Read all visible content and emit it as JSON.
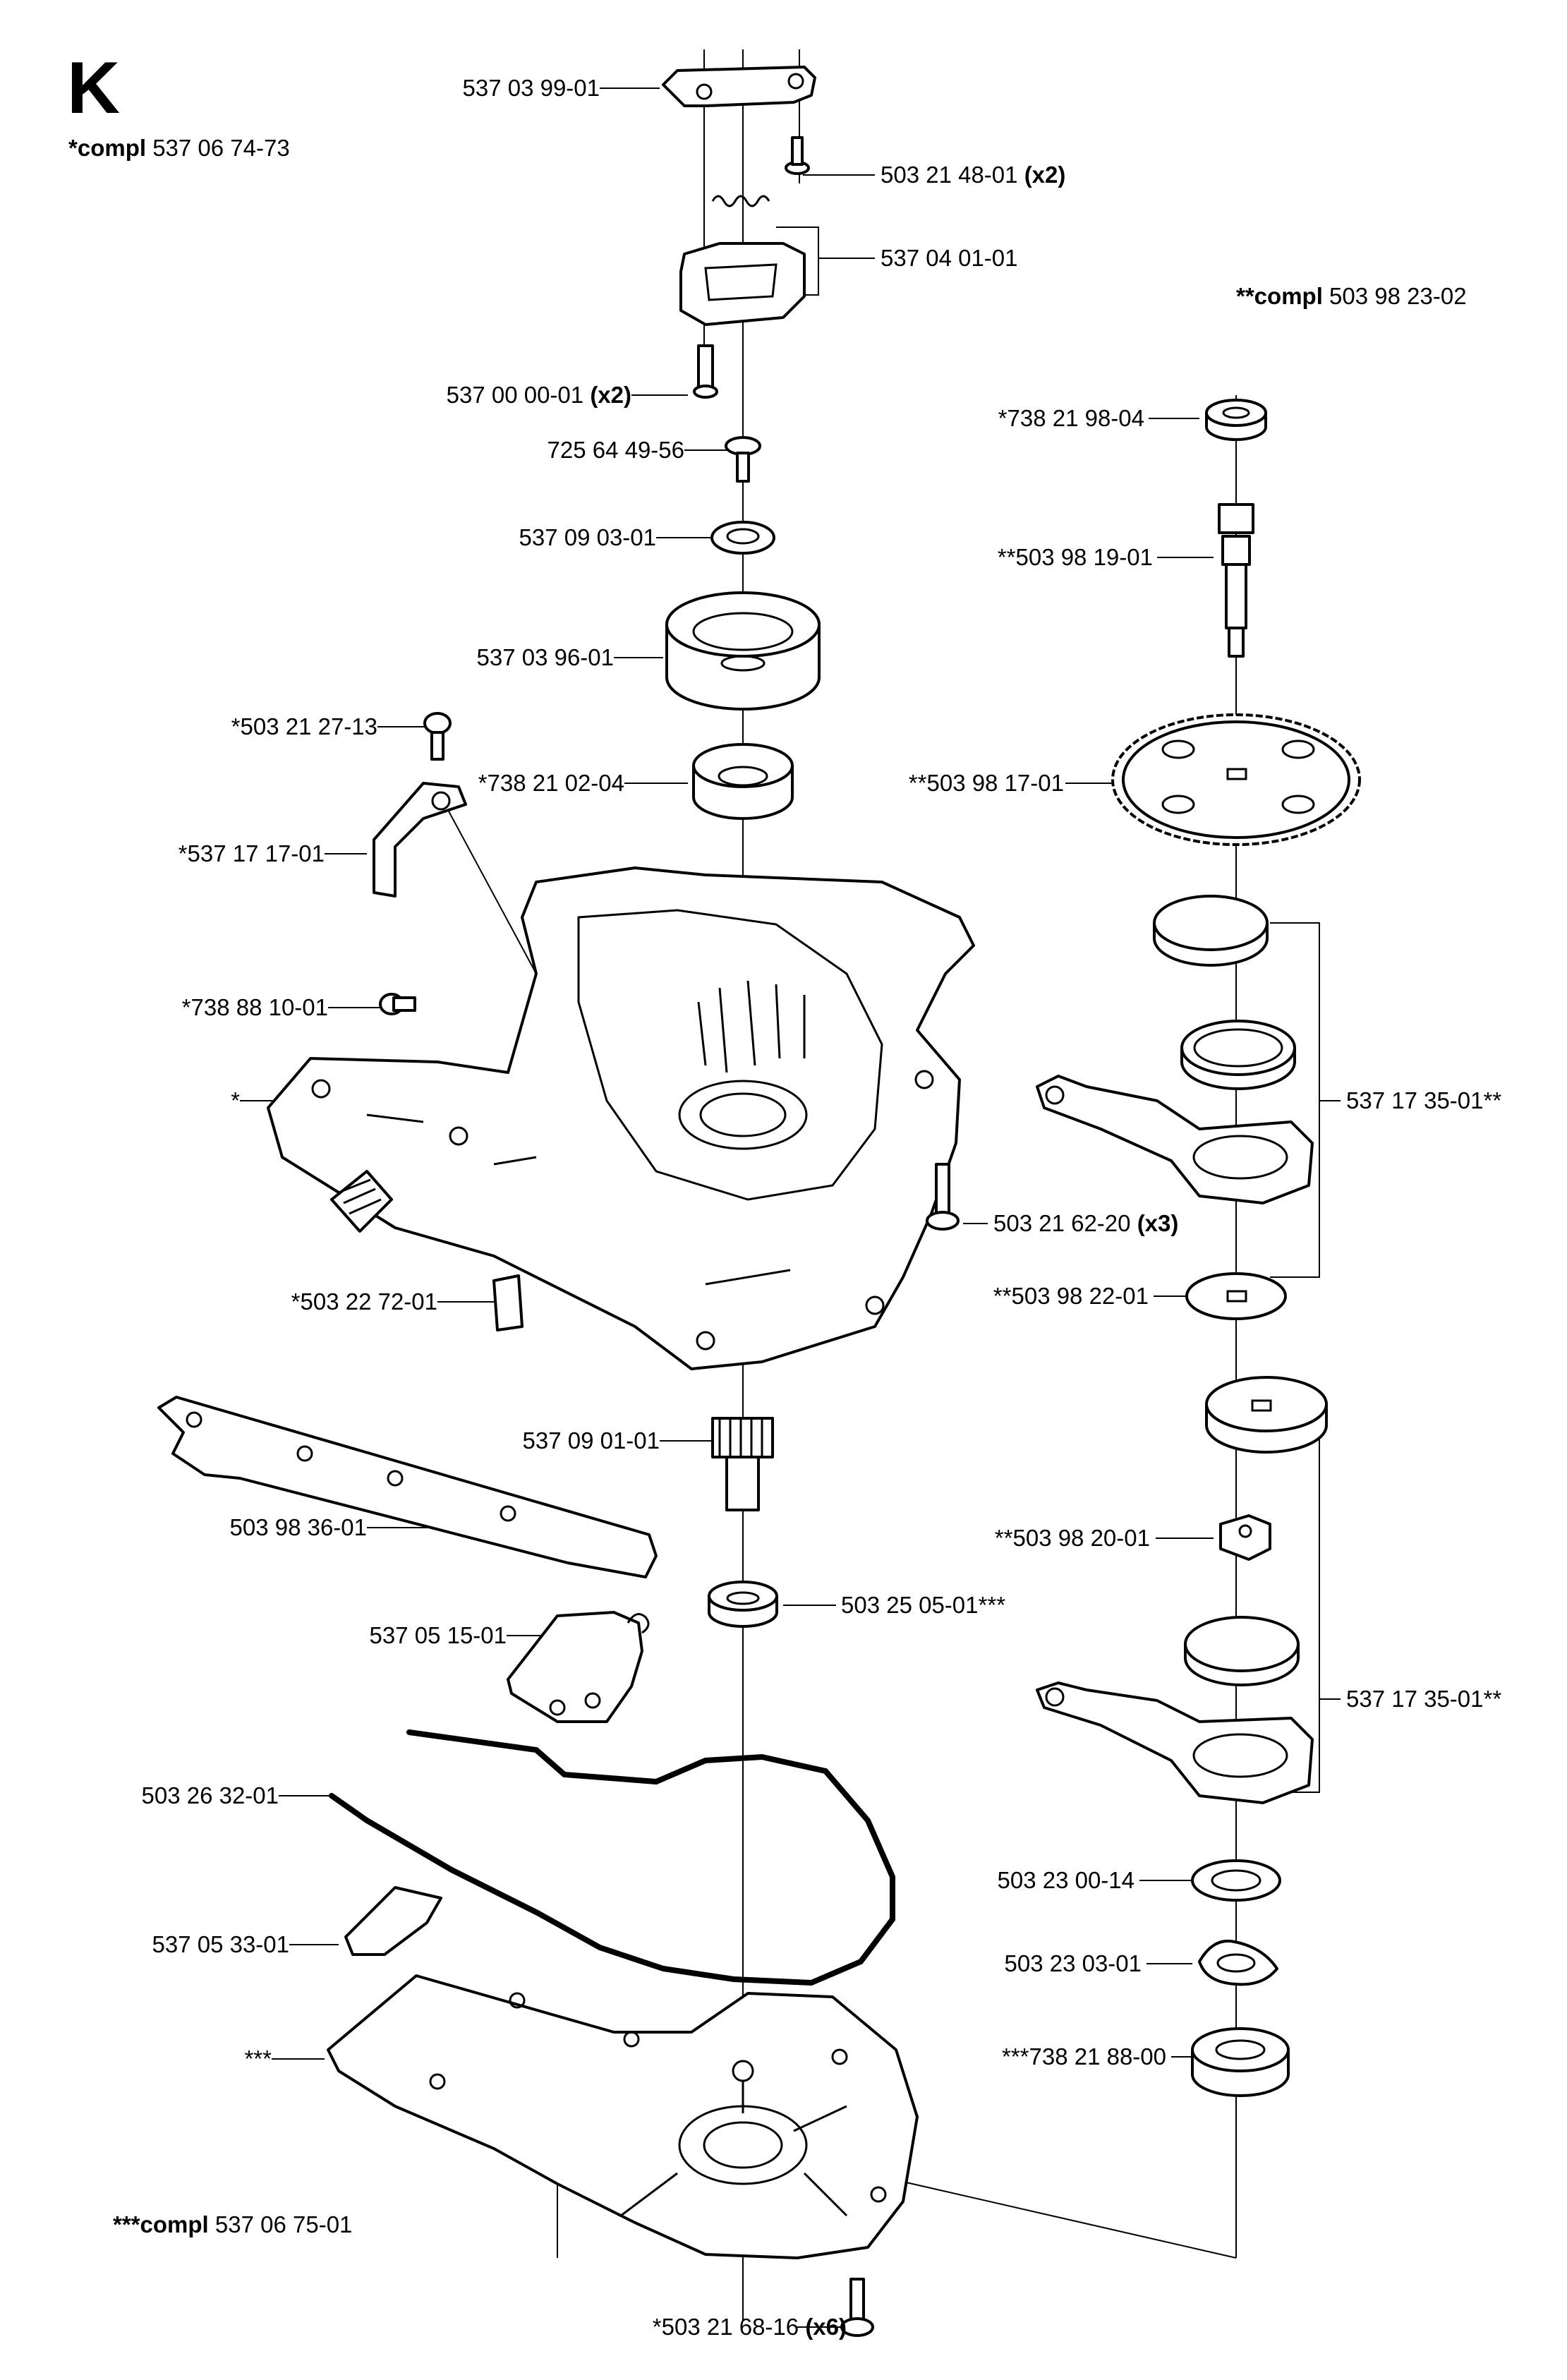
{
  "section_letter": "K",
  "assemblies": [
    {
      "prefix": "*compl",
      "number": "537 06 74-73"
    },
    {
      "prefix": "**compl",
      "number": "503 98 23-02"
    },
    {
      "prefix": "***compl",
      "number": "537 06 75-01"
    }
  ],
  "labels": [
    {
      "id": "p01",
      "part": "537 03 99-01",
      "qty": ""
    },
    {
      "id": "p02",
      "part": "503 21 48-01",
      "qty": "(x2)"
    },
    {
      "id": "p03",
      "part": "537 04 01-01",
      "qty": ""
    },
    {
      "id": "p04",
      "part": "537 00 00-01",
      "qty": "(x2)"
    },
    {
      "id": "p05",
      "part": "725 64 49-56",
      "qty": ""
    },
    {
      "id": "p06",
      "part": "537 09 03-01",
      "qty": ""
    },
    {
      "id": "p07",
      "part": "537 03 96-01",
      "qty": ""
    },
    {
      "id": "p08",
      "part": "*503 21 27-13",
      "qty": ""
    },
    {
      "id": "p09",
      "part": "*738 21 02-04",
      "qty": ""
    },
    {
      "id": "p10",
      "part": "*537 17 17-01",
      "qty": ""
    },
    {
      "id": "p11",
      "part": "*738 88 10-01",
      "qty": ""
    },
    {
      "id": "p12",
      "part": "*",
      "qty": ""
    },
    {
      "id": "p13",
      "part": "503 21 62-20",
      "qty": "(x3)"
    },
    {
      "id": "p14",
      "part": "*503 22 72-01",
      "qty": ""
    },
    {
      "id": "p15",
      "part": "537 09 01-01",
      "qty": ""
    },
    {
      "id": "p16",
      "part": "503 98 36-01",
      "qty": ""
    },
    {
      "id": "p17",
      "part": "503 25 05-01***",
      "qty": ""
    },
    {
      "id": "p18",
      "part": "537 05 15-01",
      "qty": ""
    },
    {
      "id": "p19",
      "part": "503 26 32-01",
      "qty": ""
    },
    {
      "id": "p20",
      "part": "537 05 33-01",
      "qty": ""
    },
    {
      "id": "p21",
      "part": "***",
      "qty": ""
    },
    {
      "id": "p22",
      "part": "*503 21 68-16",
      "qty": "(x6)"
    },
    {
      "id": "p23",
      "part": "*738 21 98-04",
      "qty": ""
    },
    {
      "id": "p24",
      "part": "**503 98 19-01",
      "qty": ""
    },
    {
      "id": "p25",
      "part": "**503 98 17-01",
      "qty": ""
    },
    {
      "id": "p26",
      "part": "537 17 35-01**",
      "qty": ""
    },
    {
      "id": "p27",
      "part": "**503 98 22-01",
      "qty": ""
    },
    {
      "id": "p28",
      "part": "**503 98 20-01",
      "qty": ""
    },
    {
      "id": "p29",
      "part": "537 17 35-01**",
      "qty": ""
    },
    {
      "id": "p30",
      "part": "503 23 00-14",
      "qty": ""
    },
    {
      "id": "p31",
      "part": "503 23 03-01",
      "qty": ""
    },
    {
      "id": "p32",
      "part": "***738 21 88-00",
      "qty": ""
    }
  ]
}
